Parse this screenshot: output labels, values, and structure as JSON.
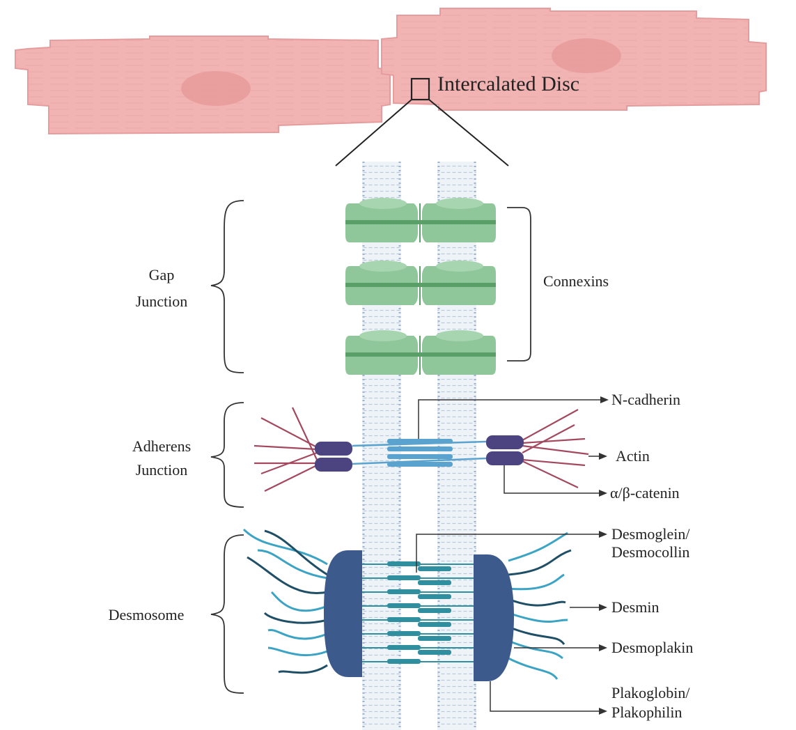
{
  "title": "Intercalated Disc",
  "sections": {
    "gap_junction": {
      "line1": "Gap",
      "line2": "Junction"
    },
    "adherens_junction": {
      "line1": "Adherens",
      "line2": "Junction"
    },
    "desmosome": {
      "line1": "Desmosome"
    }
  },
  "labels": {
    "connexins": "Connexins",
    "n_cadherin": "N-cadherin",
    "actin": "Actin",
    "catenin": "α/β-catenin",
    "desmoglein_1": "Desmoglein/",
    "desmoglein_2": "Desmocollin",
    "desmin": "Desmin",
    "desmoplakin": "Desmoplakin",
    "plakoglobin_1": "Plakoglobin/",
    "plakoglobin_2": "Plakophilin"
  },
  "colors": {
    "cell": "#f2b3b3",
    "cell_stroke": "#e49c9c",
    "nucleus": "#e79a9a",
    "membrane": "#b9c8da",
    "connexin": "#8fc79a",
    "connexin_dark": "#5a9e68",
    "cadherin": "#5aa3cf",
    "catenin": "#4c4480",
    "actin": "#a3485f",
    "desmoplakin": "#3c5a8c",
    "desmo_teal": "#2f8f9f",
    "desmin": "#3ba3c4",
    "desmin_dark": "#1f4f66"
  }
}
